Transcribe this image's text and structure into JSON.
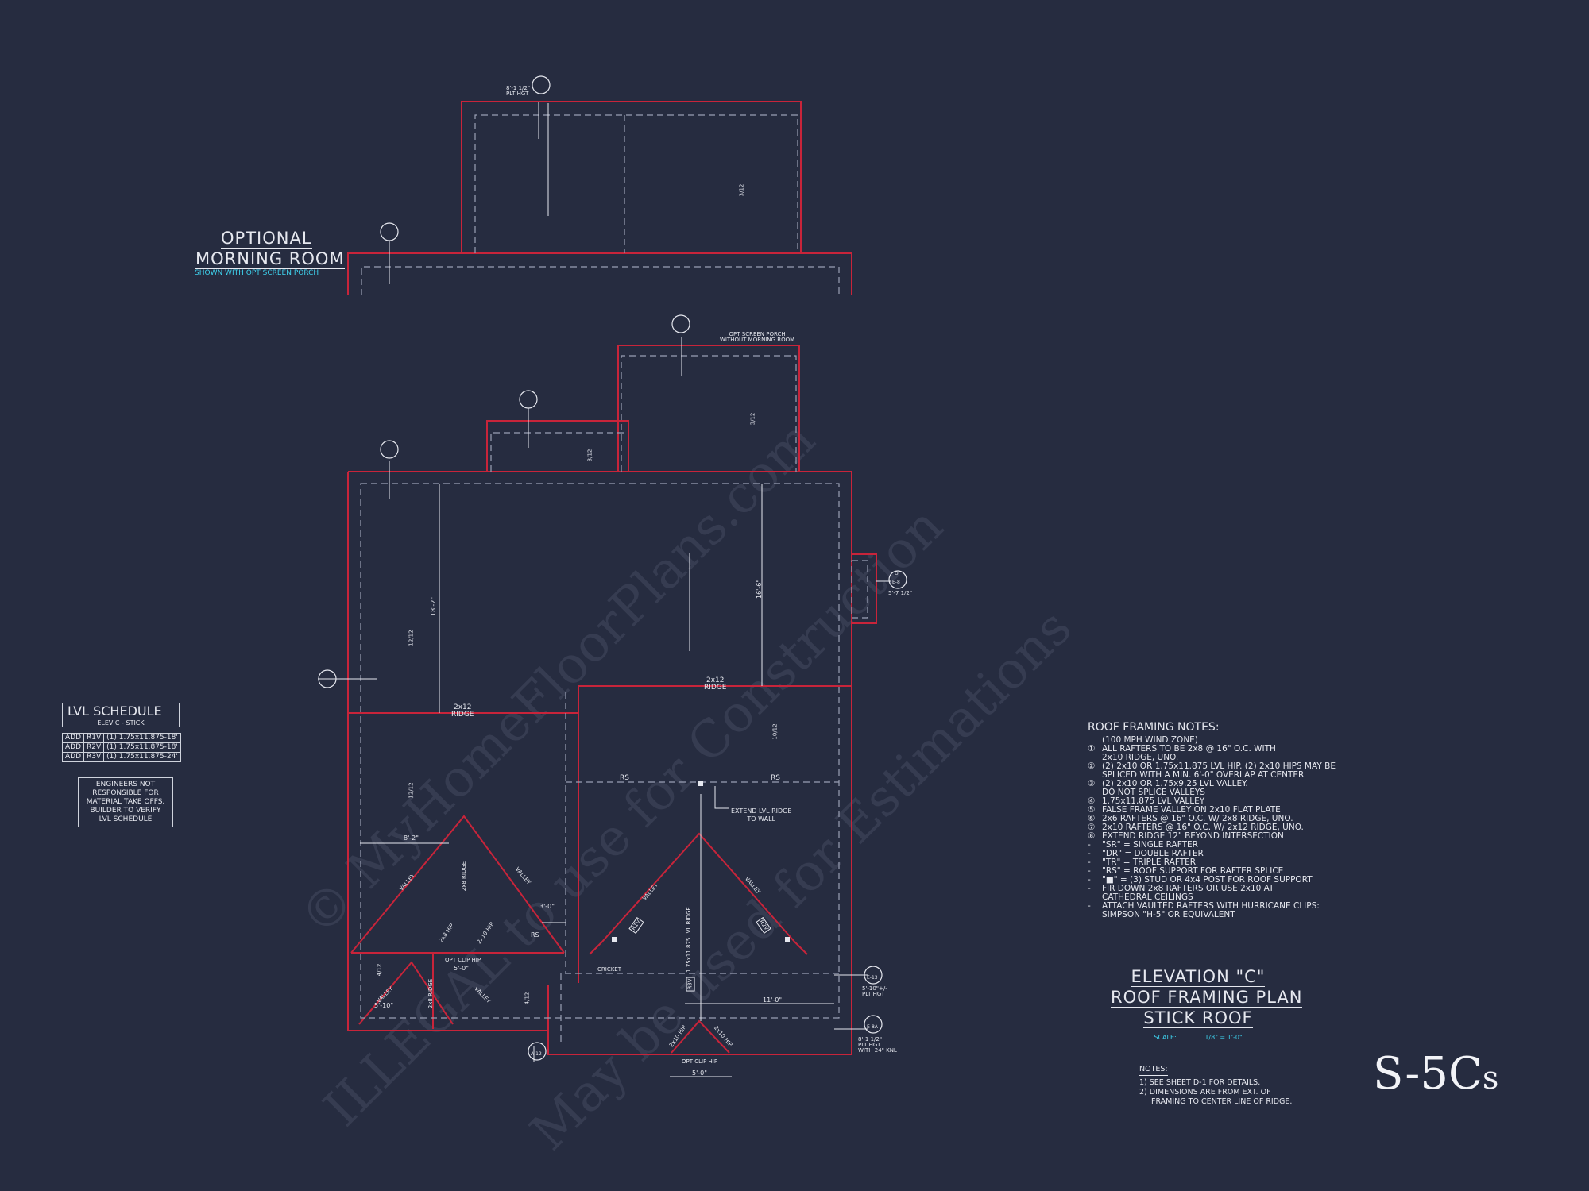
{
  "watermark": {
    "line1": "© MyHomeFloorPlans.com",
    "line2": "ILLEGAL to use for Construction",
    "line3": "May be used for Estimations"
  },
  "morning_room": {
    "title_line1": "OPTIONAL",
    "title_line2": "MORNING ROOM",
    "subtitle": "SHOWN WITH OPT SCREEN PORCH"
  },
  "screen_porch": {
    "line1": "OPT SCREEN PORCH",
    "line2": "WITHOUT MORNING ROOM"
  },
  "plan_labels": {
    "plt_top": "8'-1 1/2\"",
    "plt_top2": "PLT HGT",
    "ridge_2x12_a": "2x12",
    "ridge_label_a": "RIDGE",
    "ridge_2x12_b": "2x12",
    "ridge_label_b": "RIDGE",
    "dim_18_2": "18'-2\"",
    "dim_16_6": "16'-6\"",
    "dim_8_2": "8'-2\"",
    "dim_3_0": "3'-0\"",
    "dim_5_10": "5'-10\"",
    "dim_11_0": "11'-0\"",
    "dim_5_0_clip": "5'-0\"",
    "dim_5_0_bottom": "5'-0\"",
    "rs_left": "RS",
    "rs_right": "RS",
    "rs_mid": "RS",
    "extend_lvl_1": "EXTEND LVL RIDGE",
    "extend_lvl_2": "TO WALL",
    "cricket": "CRICKET",
    "opt_clip_hip_a": "OPT CLIP HIP",
    "opt_clip_hip_b": "OPT CLIP HIP",
    "valley": "VALLEY",
    "hip_2x8": "2x8 HIP",
    "hip_2x10": "2x10 HIP",
    "ridge_2x8": "2x8 RIDGE",
    "lvl_ridge": "1.75x11.875 LVL RIDGE",
    "r1v": "R1V",
    "r2v": "R2V",
    "r3v": "R3V",
    "pitch_12_12": "12/12",
    "pitch_10_12": "10/12",
    "pitch_4_12": "4/12",
    "pitch_3_12": "3/12",
    "plt_right1": "5'-7 1/2\"",
    "plt_right2": "5'-10\"+/-",
    "plt_right2b": "PLT HGT",
    "plt_right3": "8'-1 1/2\"",
    "plt_right3b": "PLT HGT",
    "plt_right3c": "WITH 24\" KNL",
    "detail_d": "D",
    "detail_e8": "E-8",
    "detail_e13": "E-13",
    "detail_e8a": "E-8A",
    "detail_a12": "A-12"
  },
  "lvl_schedule": {
    "title": "LVL SCHEDULE",
    "subtitle": "ELEV C - STICK",
    "rows": [
      [
        "ADD",
        "R1V",
        "(1) 1.75x11.875-18'"
      ],
      [
        "ADD",
        "R2V",
        "(1) 1.75x11.875-18'"
      ],
      [
        "ADD",
        "R3V",
        "(1) 1.75x11.875-24'"
      ]
    ],
    "engineer_note": [
      "ENGINEERS NOT",
      "RESPONSIBLE FOR",
      "MATERIAL TAKE OFFS.",
      "BUILDER TO VERIFY",
      "LVL SCHEDULE"
    ]
  },
  "roof_notes": {
    "title": "ROOF FRAMING NOTES:",
    "items": [
      [
        "",
        "(100 MPH WIND ZONE)"
      ],
      [
        "①",
        "ALL RAFTERS TO BE 2x8 @ 16\" O.C. WITH"
      ],
      [
        "",
        "2x10 RIDGE, UNO."
      ],
      [
        "②",
        "(2) 2x10 OR 1.75x11.875 LVL HIP. (2) 2x10 HIPS MAY BE"
      ],
      [
        "",
        "SPLICED WITH A MIN. 6'-0\" OVERLAP AT CENTER"
      ],
      [
        "③",
        "(2) 2x10 OR 1.75x9.25 LVL VALLEY."
      ],
      [
        "",
        "DO NOT SPLICE VALLEYS"
      ],
      [
        "④",
        "1.75x11.875 LVL VALLEY"
      ],
      [
        "⑤",
        "FALSE FRAME VALLEY ON 2x10 FLAT PLATE"
      ],
      [
        "⑥",
        "2x6 RAFTERS @ 16\" O.C. W/ 2x8 RIDGE, UNO."
      ],
      [
        "⑦",
        "2x10 RAFTERS @ 16\" O.C. W/ 2x12 RIDGE, UNO."
      ],
      [
        "⑧",
        "EXTEND RIDGE 12\" BEYOND INTERSECTION"
      ],
      [
        "-",
        "\"SR\" = SINGLE RAFTER"
      ],
      [
        "-",
        "\"DR\" = DOUBLE RAFTER"
      ],
      [
        "-",
        "\"TR\" = TRIPLE RAFTER"
      ],
      [
        "-",
        "\"RS\" = ROOF SUPPORT FOR RAFTER SPLICE"
      ],
      [
        "-",
        "\"■\" = (3) STUD OR 4x4 POST FOR ROOF SUPPORT"
      ],
      [
        "-",
        "FIR DOWN 2x8 RAFTERS OR USE 2x10 AT"
      ],
      [
        "",
        "CATHEDRAL CEILINGS"
      ],
      [
        "-",
        "ATTACH VAULTED RAFTERS WITH HURRICANE CLIPS:"
      ],
      [
        "",
        "SIMPSON \"H-5\" OR EQUIVALENT"
      ]
    ]
  },
  "elevation_title": {
    "line1": "ELEVATION \"C\"",
    "line2": "ROOF FRAMING PLAN",
    "line3": "STICK ROOF",
    "scale_label": "SCALE: ............",
    "scale_value": "1/8\" = 1'-0\""
  },
  "general_notes": {
    "title": "NOTES:",
    "items": [
      "1) SEE SHEET D-1 FOR DETAILS.",
      "2) DIMENSIONS ARE FROM EXT. OF",
      "FRAMING TO CENTER LINE OF RIDGE."
    ]
  },
  "sheet": {
    "prefix": "S-5C",
    "suffix": "s"
  },
  "colors": {
    "background": "#262c40",
    "wall": "#c8243a",
    "line": "#e6e8ef",
    "accent": "#3ed3ee"
  }
}
